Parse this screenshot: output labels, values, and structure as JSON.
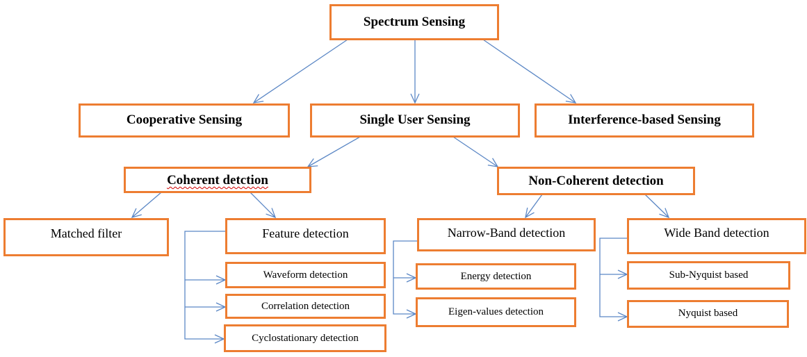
{
  "diagram": {
    "colors": {
      "box_border": "#ed7d31",
      "arrow": "#5b87c5",
      "text": "#000000"
    },
    "root": {
      "label": "Spectrum Sensing"
    },
    "level1": {
      "cooperative": "Cooperative Sensing",
      "single_user": "Single User Sensing",
      "interference": "Interference-based Sensing"
    },
    "level2": {
      "coherent": "Coherent detction",
      "non_coherent": "Non-Coherent detection"
    },
    "level3": {
      "matched_filter": "Matched filter",
      "feature": "Feature detection",
      "narrow_band": "Narrow-Band detection",
      "wide_band": "Wide Band detection"
    },
    "feature_children": [
      "Waveform detection",
      "Correlation detection",
      "Cyclostationary  detection"
    ],
    "narrow_band_children": [
      "Energy detection",
      "Eigen-values detection"
    ],
    "wide_band_children": [
      "Sub-Nyquist based",
      "Nyquist based"
    ]
  }
}
